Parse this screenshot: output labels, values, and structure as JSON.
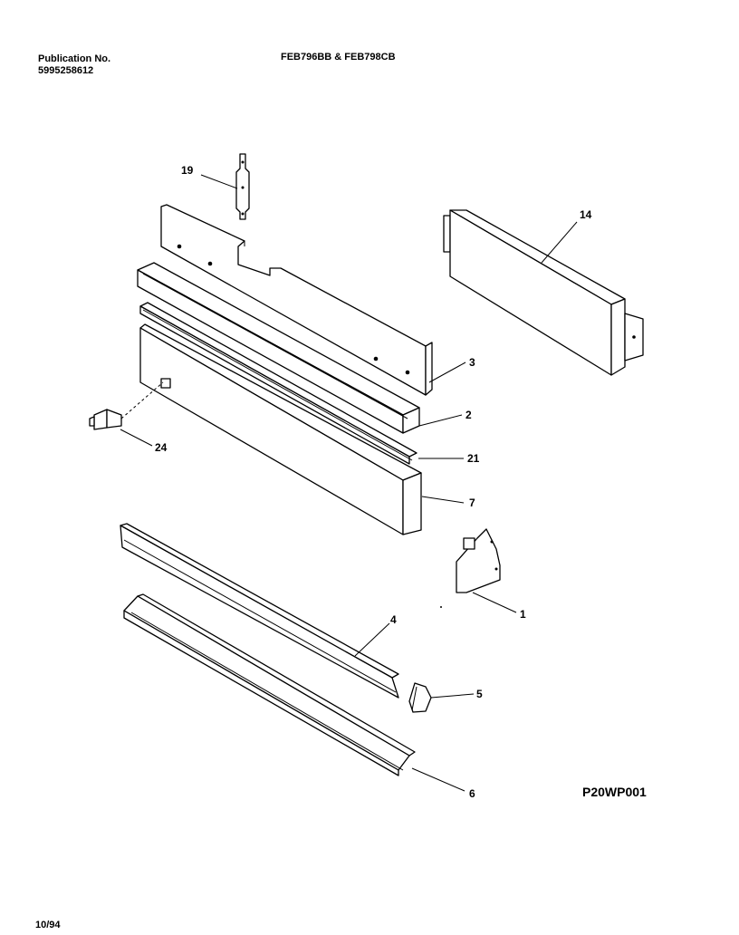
{
  "header": {
    "publication_label": "Publication No.",
    "publication_number": "5995258612",
    "models": "FEB796BB & FEB798CB"
  },
  "diagram_code": "P20WP001",
  "date": "10/94",
  "callouts": {
    "p1": "1",
    "p2": "2",
    "p3": "3",
    "p4": "4",
    "p5": "5",
    "p6": "6",
    "p7": "7",
    "p14": "14",
    "p19": "19",
    "p21": "21",
    "p24": "24"
  }
}
